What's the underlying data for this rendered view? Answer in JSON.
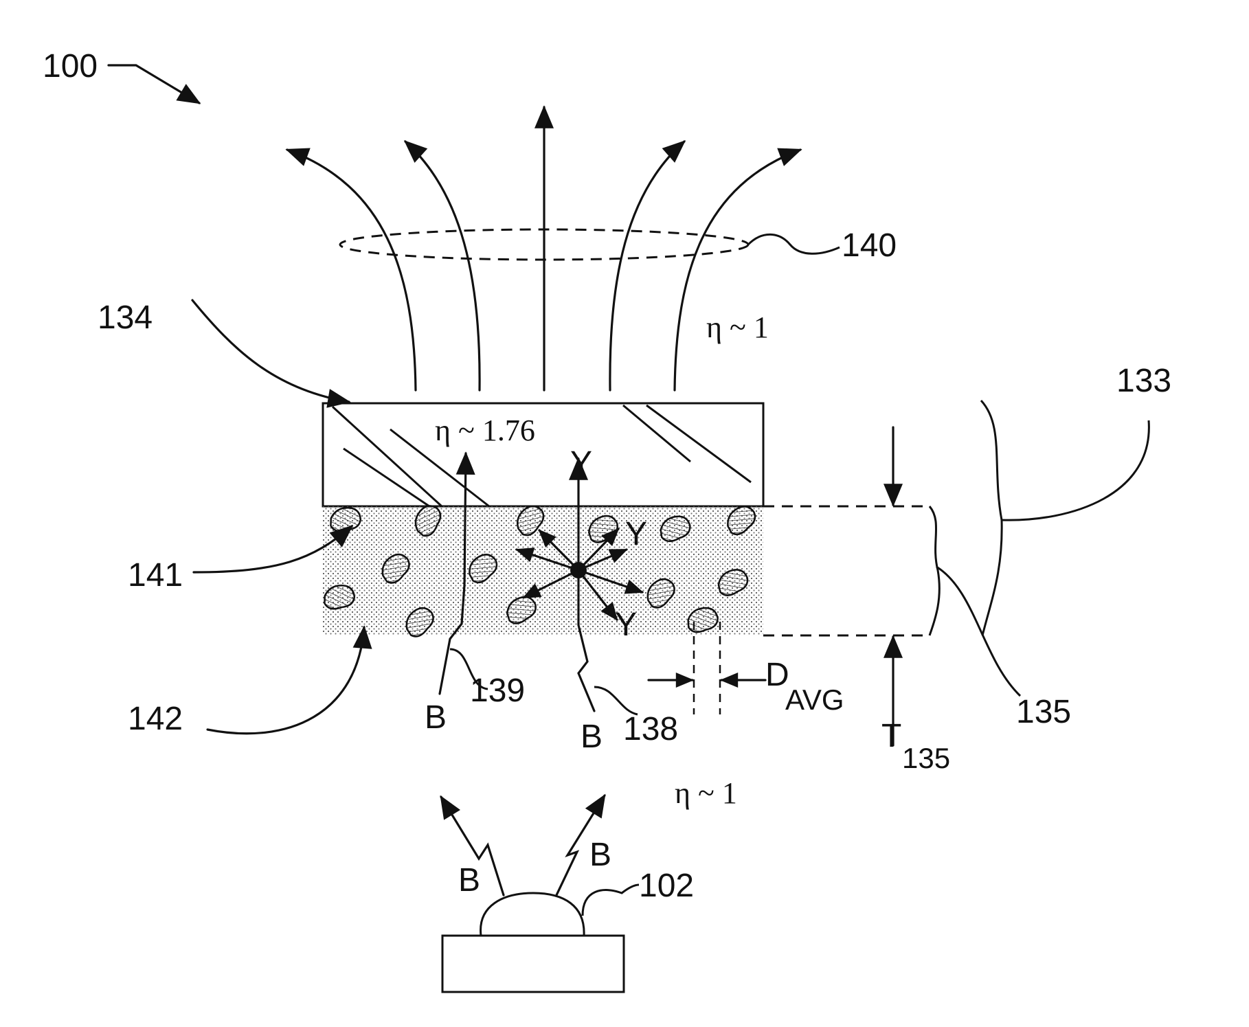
{
  "figure": {
    "ref_100": "100",
    "ref_140": "140",
    "ref_134": "134",
    "ref_133": "133",
    "ref_141": "141",
    "ref_142": "142",
    "ref_139": "139",
    "ref_138": "138",
    "ref_135": "135",
    "ref_102": "102",
    "index_air_top": "η ~ 1",
    "index_substrate": "η ~ 1.76",
    "index_air_bottom": "η ~ 1",
    "yellow_label": "Y",
    "blue_label": "B",
    "d_avg_main": "D",
    "d_avg_sub": "AVG",
    "t_main": "T",
    "t_sub": "135"
  }
}
